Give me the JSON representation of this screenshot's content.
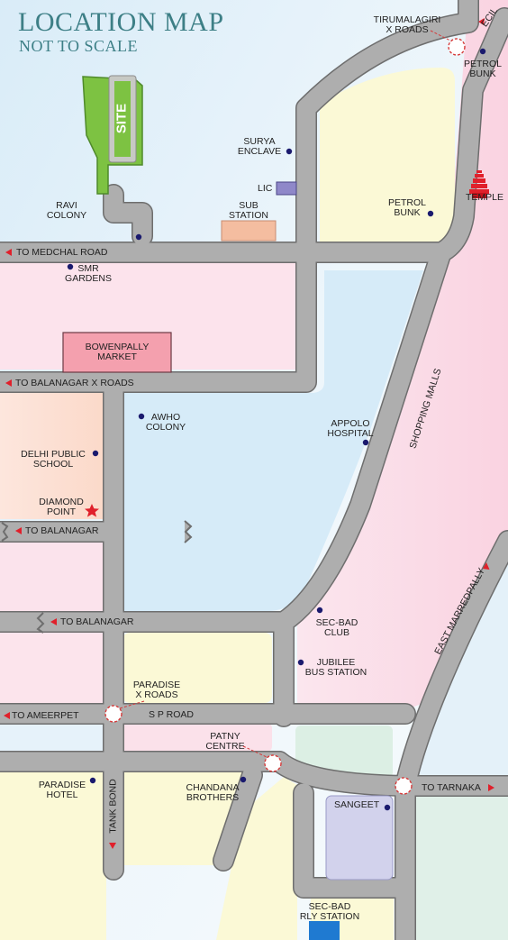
{
  "header": {
    "title": "LOCATION MAP",
    "subtitle": "NOT TO SCALE"
  },
  "site_label": "SITE",
  "directions": {
    "medchal": "TO MEDCHAL ROAD",
    "balanagar_x": "TO BALANAGAR X ROADS",
    "balanagar_1": "TO BALANAGAR",
    "balanagar_2": "TO BALANAGAR",
    "ameerpet": "TO AMEERPET",
    "tarnaka": "TO TARNAKA",
    "ecil": "ECIL"
  },
  "roads": {
    "sp_road": "S P ROAD",
    "tank_bond": "TANK BOND",
    "east_marredpally": "EAST MARREDPALLY",
    "shopping_malls": "SHOPPING MALLS"
  },
  "places": {
    "tirumalagiri_1": "TIRUMALAGIRI",
    "tirumalagiri_2": "X ROADS",
    "petrol_bunk_top_1": "PETROL",
    "petrol_bunk_top_2": "BUNK",
    "surya_1": "SURYA",
    "surya_2": "ENCLAVE",
    "lic": "LIC",
    "temple": "TEMPLE",
    "petrol_bunk_1": "PETROL",
    "petrol_bunk_2": "BUNK",
    "ravi_1": "RAVI",
    "ravi_2": "COLONY",
    "sub_station_1": "SUB",
    "sub_station_2": "STATION",
    "smr_1": "SMR",
    "smr_2": "GARDENS",
    "bowenpally_1": "BOWENPALLY",
    "bowenpally_2": "MARKET",
    "awho_1": "AWHO",
    "awho_2": "COLONY",
    "appolo_1": "APPOLO",
    "appolo_2": "HOSPITAL",
    "dps_1": "DELHI PUBLIC",
    "dps_2": "SCHOOL",
    "diamond_1": "DIAMOND",
    "diamond_2": "POINT",
    "secbad_club_1": "SEC-BAD",
    "secbad_club_2": "CLUB",
    "jubilee_1": "JUBILEE",
    "jubilee_2": "BUS STATION",
    "paradise_x_1": "PARADISE",
    "paradise_x_2": "X ROADS",
    "patny_1": "PATNY",
    "patny_2": "CENTRE",
    "paradise_hotel_1": "PARADISE",
    "paradise_hotel_2": "HOTEL",
    "chandana_1": "CHANDANA",
    "chandana_2": "BROTHERS",
    "sangeet": "SANGEET",
    "rly_1": "SEC-BAD",
    "rly_2": "RLY STATION"
  },
  "colors": {
    "road": "#a9a9a9",
    "road_edge": "#6e6e6e",
    "site": "#7dc242",
    "marker": "#1a1a6e",
    "arrow": "#e0202b",
    "title": "#3d7f86"
  }
}
